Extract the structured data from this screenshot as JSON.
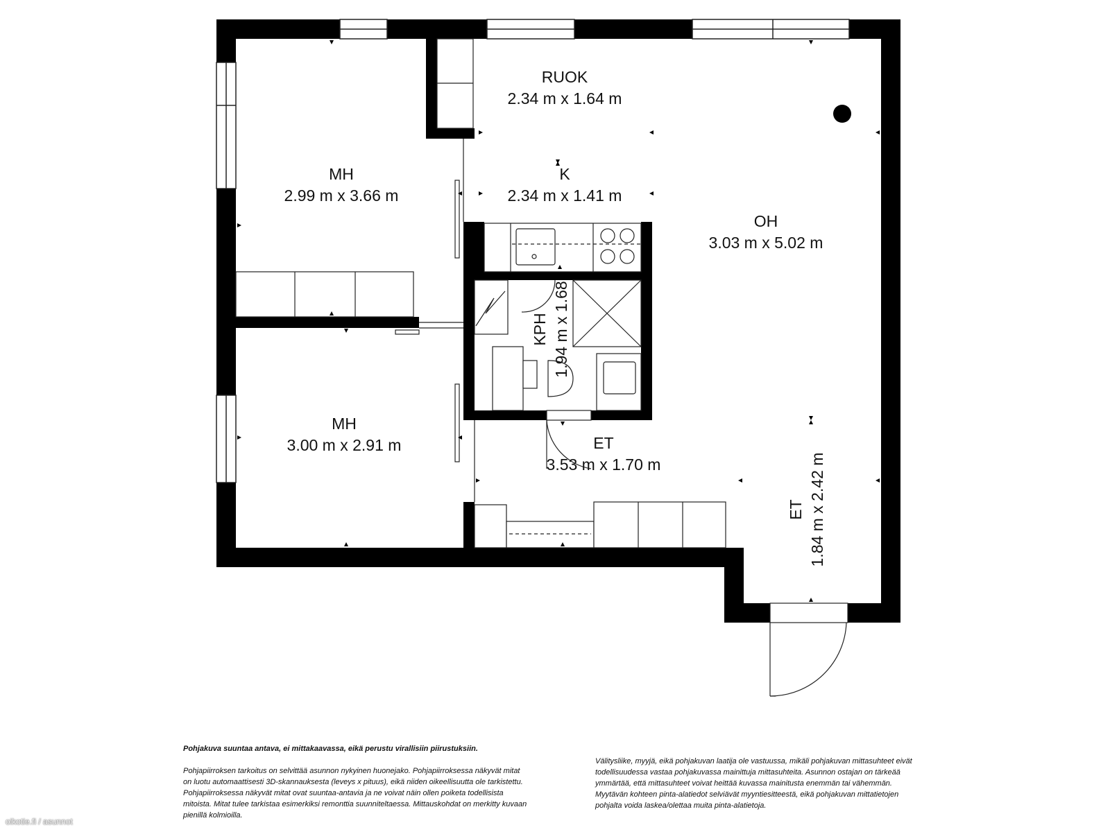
{
  "rooms": {
    "ruok": {
      "name": "RUOK",
      "dim": "2.34 m x 1.64 m"
    },
    "keittio": {
      "name": "K",
      "dim": "2.34 m x 1.41 m"
    },
    "mh1": {
      "name": "MH",
      "dim": "2.99 m x 3.66 m"
    },
    "oh": {
      "name": "OH",
      "dim": "3.03 m x 5.02 m"
    },
    "kph": {
      "name": "KPH",
      "dim": "1.94 m x 1.68"
    },
    "mh2": {
      "name": "MH",
      "dim": "3.00 m x 2.91 m"
    },
    "et1": {
      "name": "ET",
      "dim": "3.53 m x 1.70 m"
    },
    "et2": {
      "name": "ET",
      "dim": "1.84 m x 2.42 m"
    }
  },
  "disclaimer": {
    "heading": "Pohjakuva suuntaa antava, ei mittakaavassa, eikä perustu virallisiin piirustuksiin.",
    "left": "Pohjapiirroksen tarkoitus on selvittää asunnon nykyinen huonejako. Pohjapiirroksessa näkyvät mitat on luotu automaattisesti 3D-skannauksesta (leveys x pituus), eikä niiden oikeellisuutta ole tarkistettu. Pohjapiirroksessa näkyvät mitat ovat suuntaa-antavia ja ne voivat näin ollen poiketa todellisista mitoista. Mitat tulee tarkistaa esimerkiksi remonttia suunniteltaessa. Mittauskohdat on merkitty kuvaan pienillä kolmioilla.",
    "right": "Välitysliike, myyjä, eikä pohjakuvan laatija ole vastuussa, mikäli pohjakuvan mittasuhteet eivät todellisuudessa vastaa pohjakuvassa mainittuja mittasuhteita. Asunnon ostajan on tärkeää ymmärtää, että mittasuhteet voivat heittää kuvassa mainitusta enemmän tai vähemmän. Myytävän kohteen pinta-alatiedot selviävät myyntiesitteestä, eikä pohjakuvan mittatietojen pohjalta voida laskea/olettaa muita pinta-alatietoja."
  },
  "watermark": "oikotie.fi / asunnot",
  "colors": {
    "wall": "#000000",
    "line": "#222222",
    "background": "#ffffff"
  }
}
